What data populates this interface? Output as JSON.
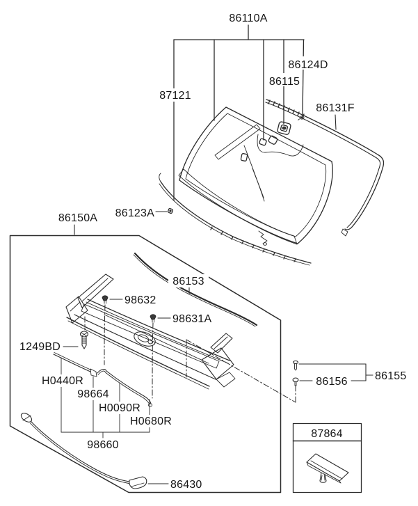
{
  "diagram": {
    "title": "windshield-and-cowl-parts-diagram",
    "background_color": "#ffffff",
    "line_color": "#2b2b2b",
    "labels": {
      "86110A": "86110A",
      "87121": "87121",
      "86124D": "86124D",
      "86115": "86115",
      "86131F": "86131F",
      "86123A": "86123A",
      "86150A": "86150A",
      "86153": "86153",
      "98632": "98632",
      "98631A": "98631A",
      "1249BD": "1249BD",
      "H0440R": "H0440R",
      "98664": "98664",
      "H0090R": "H0090R",
      "H0680R": "H0680R",
      "98660": "98660",
      "86430": "86430",
      "86156": "86156",
      "86155": "86155",
      "87864": "87864"
    }
  }
}
